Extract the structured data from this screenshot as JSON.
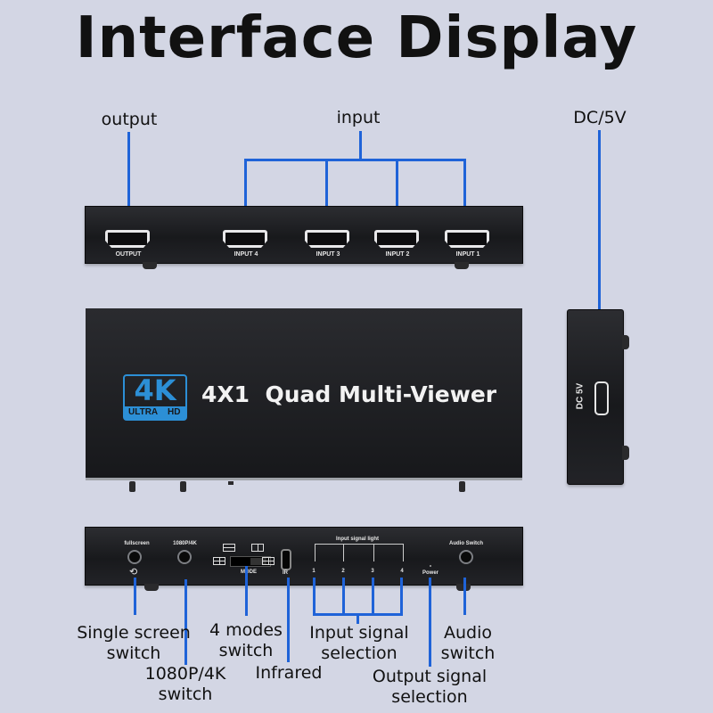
{
  "title": "Interface Display",
  "top_labels": {
    "output": "output",
    "input": "input",
    "dc": "DC/5V"
  },
  "rear_ports": [
    "OUTPUT",
    "INPUT 4",
    "INPUT 3",
    "INPUT 2",
    "INPUT 1"
  ],
  "logo": {
    "big": "4K",
    "sub1": "ULTRA",
    "sub2": "HD"
  },
  "product_name": "4X1  Quad Multi-Viewer",
  "side_port": "DC 5V",
  "front_panel": {
    "fullscreen": "fullscreen",
    "res": "1080P/4K",
    "mode": "MODE",
    "ir": "IR",
    "input_light": "Input signal light",
    "lights": [
      "1",
      "2",
      "3",
      "4"
    ],
    "power": "Power",
    "audio": "Audio Switch"
  },
  "callouts": {
    "single_screen": [
      "Single screen",
      "switch"
    ],
    "res_switch": [
      "1080P/4K",
      "switch"
    ],
    "modes": [
      "4 modes",
      "switch"
    ],
    "infrared": "Infrared",
    "input_sel": [
      "Input signal",
      "selection"
    ],
    "output_sel": [
      "Output signal",
      "selection"
    ],
    "audio_sw": [
      "Audio",
      "switch"
    ]
  },
  "colors": {
    "background": "#d3d6e4",
    "callout_line": "#1f63d8",
    "device": "#1c1d20",
    "logo_blue": "#2c8fd6"
  }
}
